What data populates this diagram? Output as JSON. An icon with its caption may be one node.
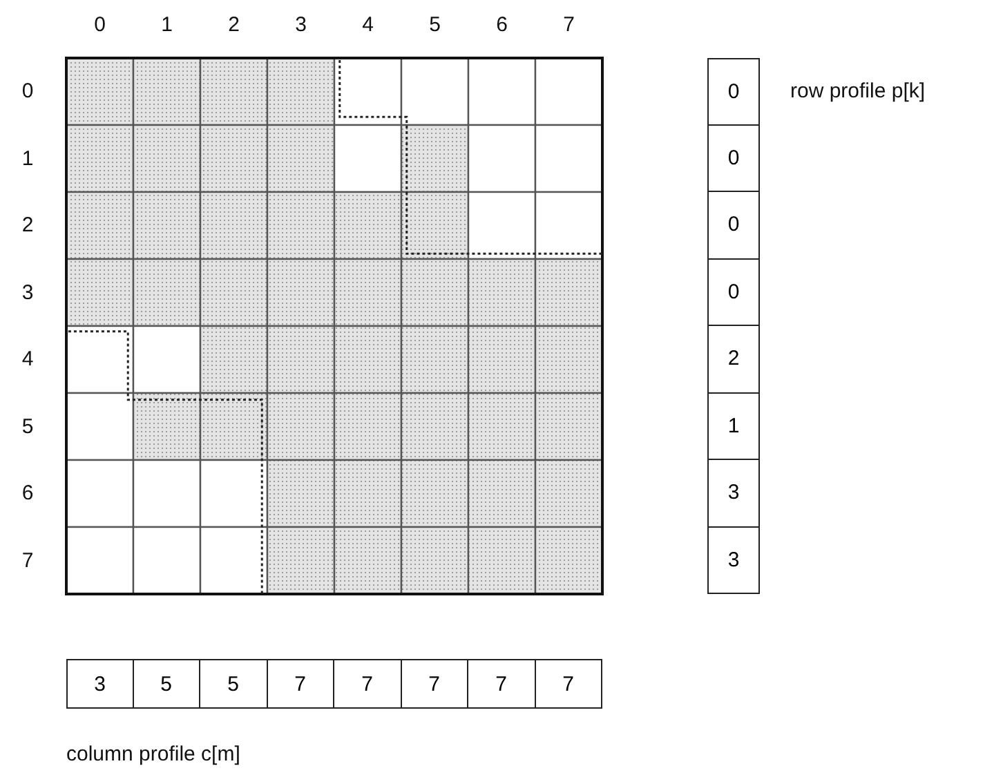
{
  "diagram": {
    "labels": [
      "0",
      "1",
      "2",
      "3",
      "4",
      "5",
      "6",
      "7",
      "0",
      "0",
      "row profile  p[k]",
      "1",
      "0",
      "2",
      "0",
      "3",
      "0",
      "4",
      "2",
      "5",
      "1",
      "6",
      "3",
      "7",
      "3",
      "3",
      "5",
      "5",
      "7",
      "7",
      "7",
      "7",
      "7",
      "column profile  c[m]"
    ]
  }
}
